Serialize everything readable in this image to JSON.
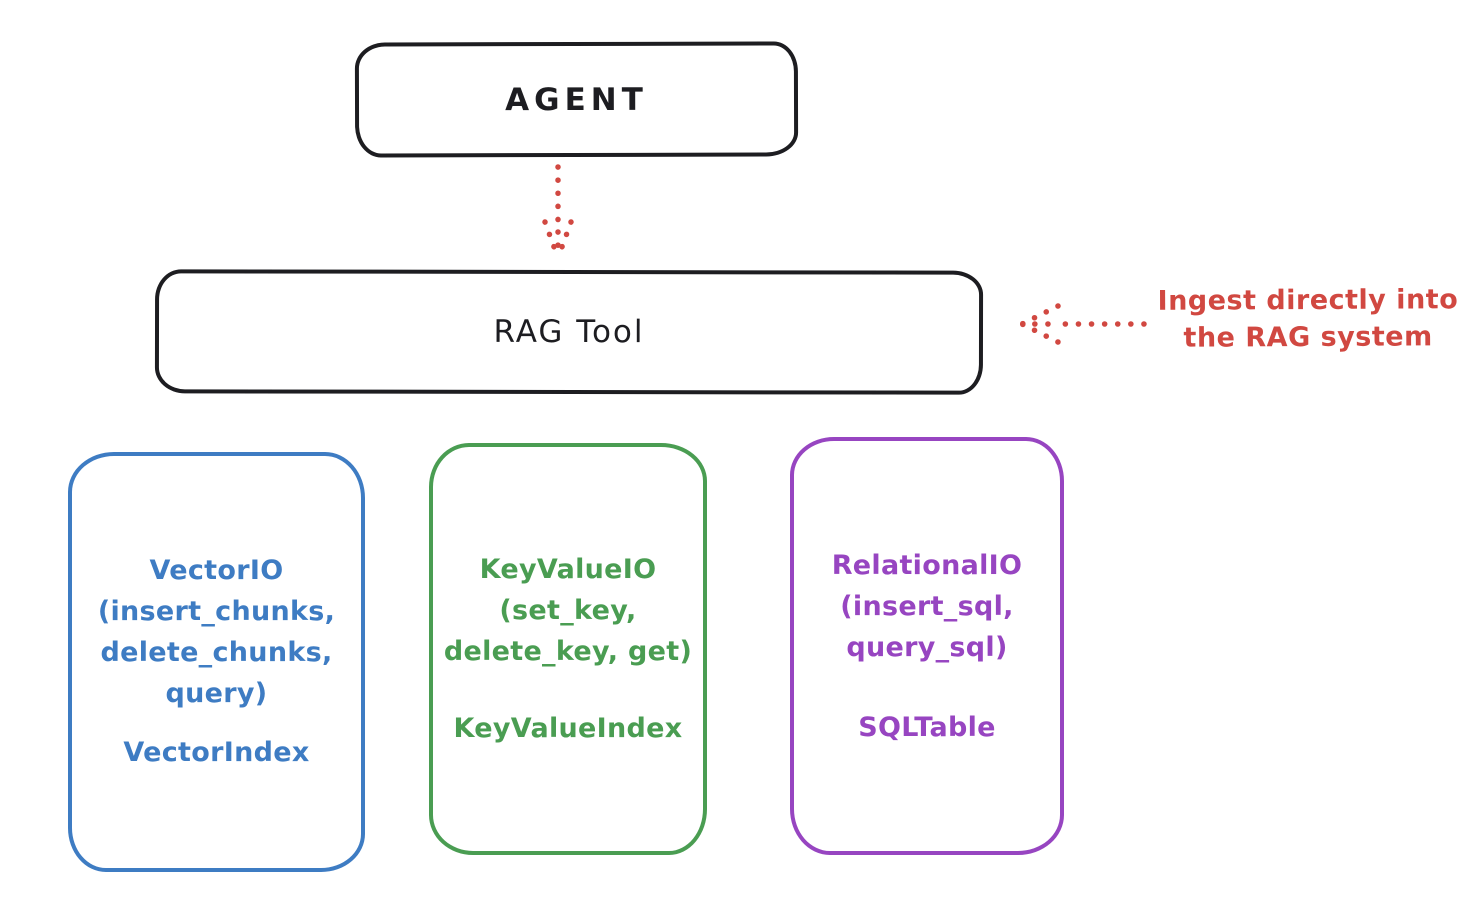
{
  "agent": {
    "label": "AGENT"
  },
  "rag_tool": {
    "label": "RAG Tool"
  },
  "annotation": {
    "line1": "Ingest directly into",
    "line2": "the RAG system"
  },
  "cards": [
    {
      "name": "vector-io",
      "lines": [
        "VectorIO",
        "(insert_chunks,",
        "delete_chunks,",
        "query)"
      ],
      "index_label": "VectorIndex",
      "color": "#3e7cc3"
    },
    {
      "name": "keyvalue-io",
      "lines": [
        "KeyValueIO",
        "(set_key,",
        "delete_key, get)"
      ],
      "index_label": "KeyValueIndex",
      "color": "#4a9d52"
    },
    {
      "name": "relational-io",
      "lines": [
        "RelationalIO",
        "(insert_sql,",
        "query_sql)"
      ],
      "index_label": "SQLTable",
      "color": "#9745c1"
    }
  ],
  "colors": {
    "ink": "#1d1d21",
    "red_accent": "#d14841",
    "background": "#ffffff"
  }
}
